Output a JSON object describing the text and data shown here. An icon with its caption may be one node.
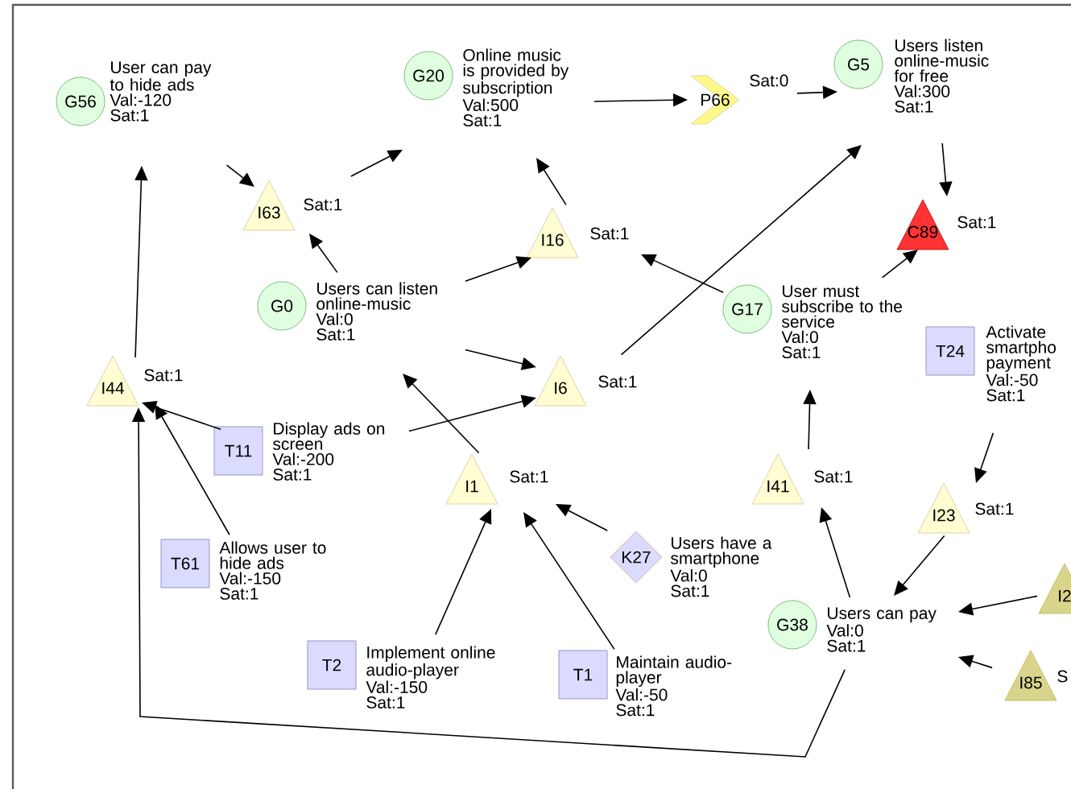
{
  "diagram": {
    "nodes": [
      {
        "text": [
          "G56"
        ],
        "beside": [
          "User can pay to hide ads",
          "Val:-120",
          "Sat:1"
        ]
      },
      {
        "text": [
          "G20"
        ],
        "beside": [
          "Online music is provided by subscription",
          "Val:500",
          "Sat:1"
        ]
      },
      {
        "text": [
          "P66"
        ],
        "beside": [
          "Sat:0"
        ]
      },
      {
        "text": [
          "G5"
        ],
        "beside": [
          "Users listen online-music for free",
          "Val:300",
          "Sat:1"
        ]
      },
      {
        "text": [
          "I63"
        ],
        "beside": [
          "Sat:1"
        ]
      },
      {
        "text": [
          "I16"
        ],
        "beside": [
          "Sat:1"
        ]
      },
      {
        "text": [
          "C89"
        ],
        "beside": [
          "Sat:1"
        ]
      },
      {
        "text": [
          "G0"
        ],
        "beside": [
          "Users can listen online-music",
          "Val:0",
          "Sat:1"
        ]
      },
      {
        "text": [
          "G17"
        ],
        "beside": [
          "User must subscribe to the service",
          "Val:0",
          "Sat:1"
        ]
      },
      {
        "text": [
          "T24"
        ],
        "beside": [
          "Activate smartpho payment",
          "Val:-50",
          "Sat:1"
        ]
      },
      {
        "text": [
          "I44"
        ],
        "beside": [
          "Sat:1"
        ]
      },
      {
        "text": [
          "I6"
        ],
        "beside": [
          "Sat:1"
        ]
      },
      {
        "text": [
          "T11"
        ],
        "beside": [
          "Display ads on screen",
          "Val:-200",
          "Sat:1"
        ]
      },
      {
        "text": [
          "I1"
        ],
        "beside": [
          "Sat:1"
        ]
      },
      {
        "text": [
          "I41"
        ],
        "beside": [
          "Sat:1"
        ]
      },
      {
        "text": [
          "I23"
        ],
        "beside": [
          "Sat:1"
        ]
      },
      {
        "text": [
          "T61"
        ],
        "beside": [
          "Allows user to hide ads",
          "Val:-150",
          "Sat:1"
        ]
      },
      {
        "text": [
          "K27"
        ],
        "beside": [
          "Users have a smartphone",
          "Val:0",
          "Sat:1"
        ]
      },
      {
        "text": [
          "I2"
        ]
      },
      {
        "text": [
          "G38"
        ],
        "beside": [
          "Users can pay",
          "Val:0",
          "Sat:1"
        ]
      },
      {
        "text": [
          "T2"
        ],
        "beside": [
          "Implement online audio-player",
          "Val:-150",
          "Sat:1"
        ]
      },
      {
        "text": [
          "T1"
        ],
        "beside": [
          "Maintain audio-player",
          "Val:-50",
          "Sat:1"
        ]
      },
      {
        "text": [
          "I85"
        ],
        "beside": [
          "S"
        ]
      }
    ],
    "edges": [
      {
        "from": 10,
        "to": 0,
        "arrow": "to"
      },
      {
        "from": null,
        "to": 4,
        "arrow": "to"
      },
      {
        "from": 4,
        "to": 1,
        "arrow": "to"
      },
      {
        "from": 7,
        "to": 4,
        "arrow": "to"
      },
      {
        "from": 7,
        "to": 5,
        "arrow": "to"
      },
      {
        "from": 7,
        "to": 11,
        "arrow": "to"
      },
      {
        "from": 5,
        "to": 1,
        "arrow": "to"
      },
      {
        "from": 1,
        "to": 2,
        "arrow": "to"
      },
      {
        "from": 2,
        "to": 3,
        "arrow": "to"
      },
      {
        "from": 3,
        "to": 6,
        "arrow": "to"
      },
      {
        "from": 8,
        "to": 5,
        "arrow": "to"
      },
      {
        "from": 11,
        "to": 3,
        "arrow": "to"
      },
      {
        "from": 8,
        "to": 6,
        "arrow": "to"
      },
      {
        "from": 9,
        "to": 15,
        "arrow": "to"
      },
      {
        "from": 14,
        "to": 8,
        "arrow": "to"
      },
      {
        "from": 13,
        "to": 7,
        "arrow": "to"
      },
      {
        "from": 12,
        "to": 10,
        "arrow": "to"
      },
      {
        "from": 12,
        "to": 11,
        "arrow": "to"
      },
      {
        "from": 16,
        "to": 10,
        "arrow": "to"
      },
      {
        "from": 17,
        "to": 13,
        "arrow": "to"
      },
      {
        "from": 20,
        "to": 13,
        "arrow": "to"
      },
      {
        "from": 21,
        "to": 13,
        "arrow": "to"
      },
      {
        "from": 19,
        "to": 14,
        "arrow": "to"
      },
      {
        "from": 15,
        "to": 19,
        "arrow": "to"
      },
      {
        "from": 18,
        "to": 19,
        "arrow": "to"
      },
      {
        "from": 22,
        "to": 19,
        "arrow": "to"
      },
      {
        "from": 19,
        "to": 10,
        "arrow": "to"
      }
    ]
  }
}
